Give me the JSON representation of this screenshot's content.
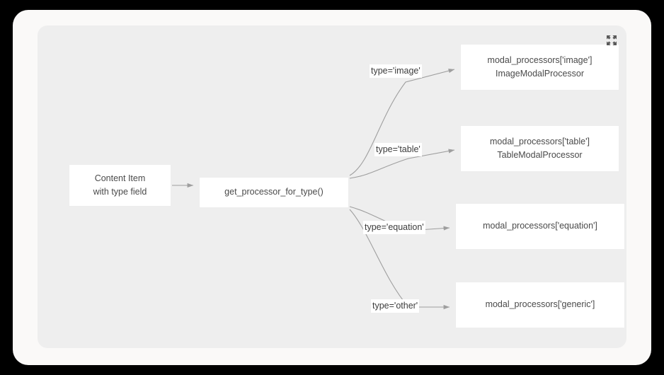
{
  "panel": {
    "background_color": "#eeeeee",
    "card_color": "#faf9f8",
    "page_color": "#000000"
  },
  "controls": {
    "fullscreen_icon": "fullscreen-expand-icon",
    "fullscreen_label": "Fullscreen"
  },
  "diagram": {
    "type": "flowchart",
    "edge_color": "#9e9e9e",
    "node_fill": "#ffffff",
    "node_text_color": "#4a4a4a",
    "nodes": [
      {
        "id": "source",
        "label": "Content Item\nwith type field"
      },
      {
        "id": "dispatch",
        "label": "get_processor_for_type()"
      },
      {
        "id": "image",
        "label": "modal_processors['image']\nImageModalProcessor"
      },
      {
        "id": "table",
        "label": "modal_processors['table']\nTableModalProcessor"
      },
      {
        "id": "equation",
        "label": "modal_processors['equation']"
      },
      {
        "id": "generic",
        "label": "modal_processors['generic']"
      }
    ],
    "edges": [
      {
        "from": "source",
        "to": "dispatch",
        "label": ""
      },
      {
        "from": "dispatch",
        "to": "image",
        "label": "type='image'"
      },
      {
        "from": "dispatch",
        "to": "table",
        "label": "type='table'"
      },
      {
        "from": "dispatch",
        "to": "equation",
        "label": "type='equation'"
      },
      {
        "from": "dispatch",
        "to": "generic",
        "label": "type='other'"
      }
    ]
  }
}
